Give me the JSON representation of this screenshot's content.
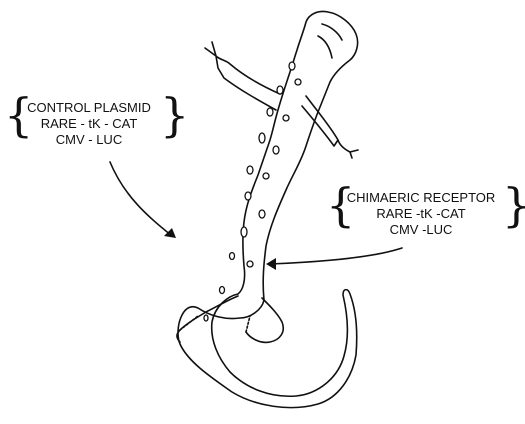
{
  "diagram": {
    "control_label": {
      "lines": [
        "CONTROL PLASMID",
        "RARE - tK - CAT",
        "CMV - LUC"
      ]
    },
    "chimaeric_label": {
      "lines": [
        "CHIMAERIC RECEPTOR",
        "RARE -tK -CAT",
        "CMV -LUC"
      ]
    },
    "colors": {
      "ink": "#111111",
      "background": "#ffffff"
    }
  }
}
